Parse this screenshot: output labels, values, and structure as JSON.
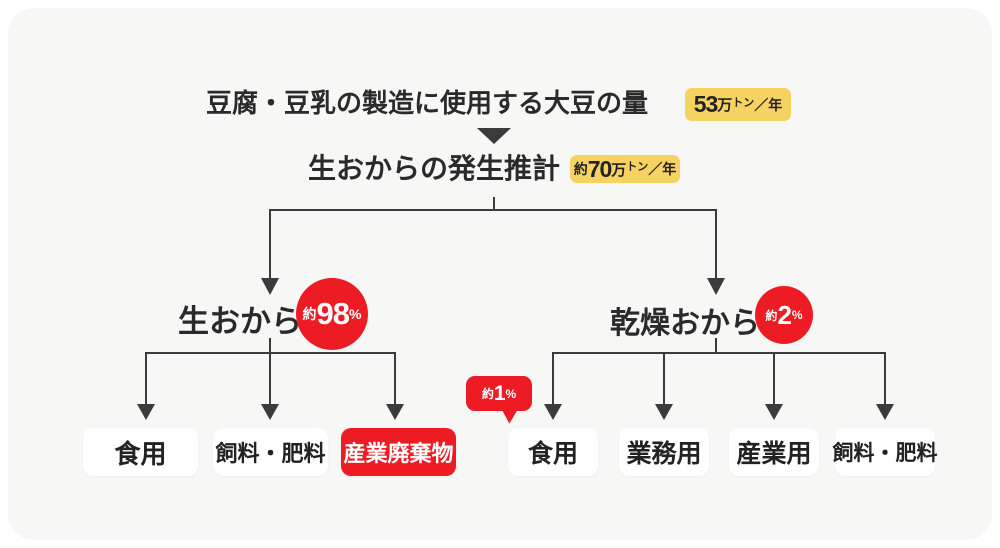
{
  "colors": {
    "bg": "#ffffff",
    "card": "#f7f7f5",
    "red": "#ED1C24",
    "yellow": "#F6D263",
    "line": "#3b3b3b",
    "text": "#2a2a2a",
    "box_text": "#222222"
  },
  "flow": {
    "source": {
      "title": "豆腐・豆乳の製造に使用する大豆の量",
      "badge": {
        "value": "53",
        "unit_man": "万",
        "unit_ton": "トン",
        "per_year": "／年",
        "full": "53万トン／年"
      }
    },
    "estimate": {
      "title": "生おからの発生推計",
      "badge": {
        "approx": "約",
        "value": "70",
        "unit_man": "万",
        "unit_ton": "トン",
        "per_year": "／年",
        "full": "約70万トン／年"
      }
    },
    "branches": [
      {
        "label": "生おから",
        "share": {
          "approx": "約",
          "value": "98",
          "percent": "%",
          "full": "約98%"
        },
        "children": [
          {
            "label": "食用",
            "variant": "white"
          },
          {
            "label": "飼料・肥料",
            "variant": "white"
          },
          {
            "label": "産業廃棄物",
            "variant": "red"
          }
        ]
      },
      {
        "label": "乾燥おから",
        "share": {
          "approx": "約",
          "value": "2",
          "percent": "%",
          "full": "約2%"
        },
        "callout": {
          "approx": "約",
          "value": "1",
          "percent": "%",
          "full": "約1%"
        },
        "children": [
          {
            "label": "食用",
            "variant": "white"
          },
          {
            "label": "業務用",
            "variant": "white"
          },
          {
            "label": "産業用",
            "variant": "white"
          },
          {
            "label": "飼料・肥料",
            "variant": "white"
          }
        ]
      }
    ]
  }
}
